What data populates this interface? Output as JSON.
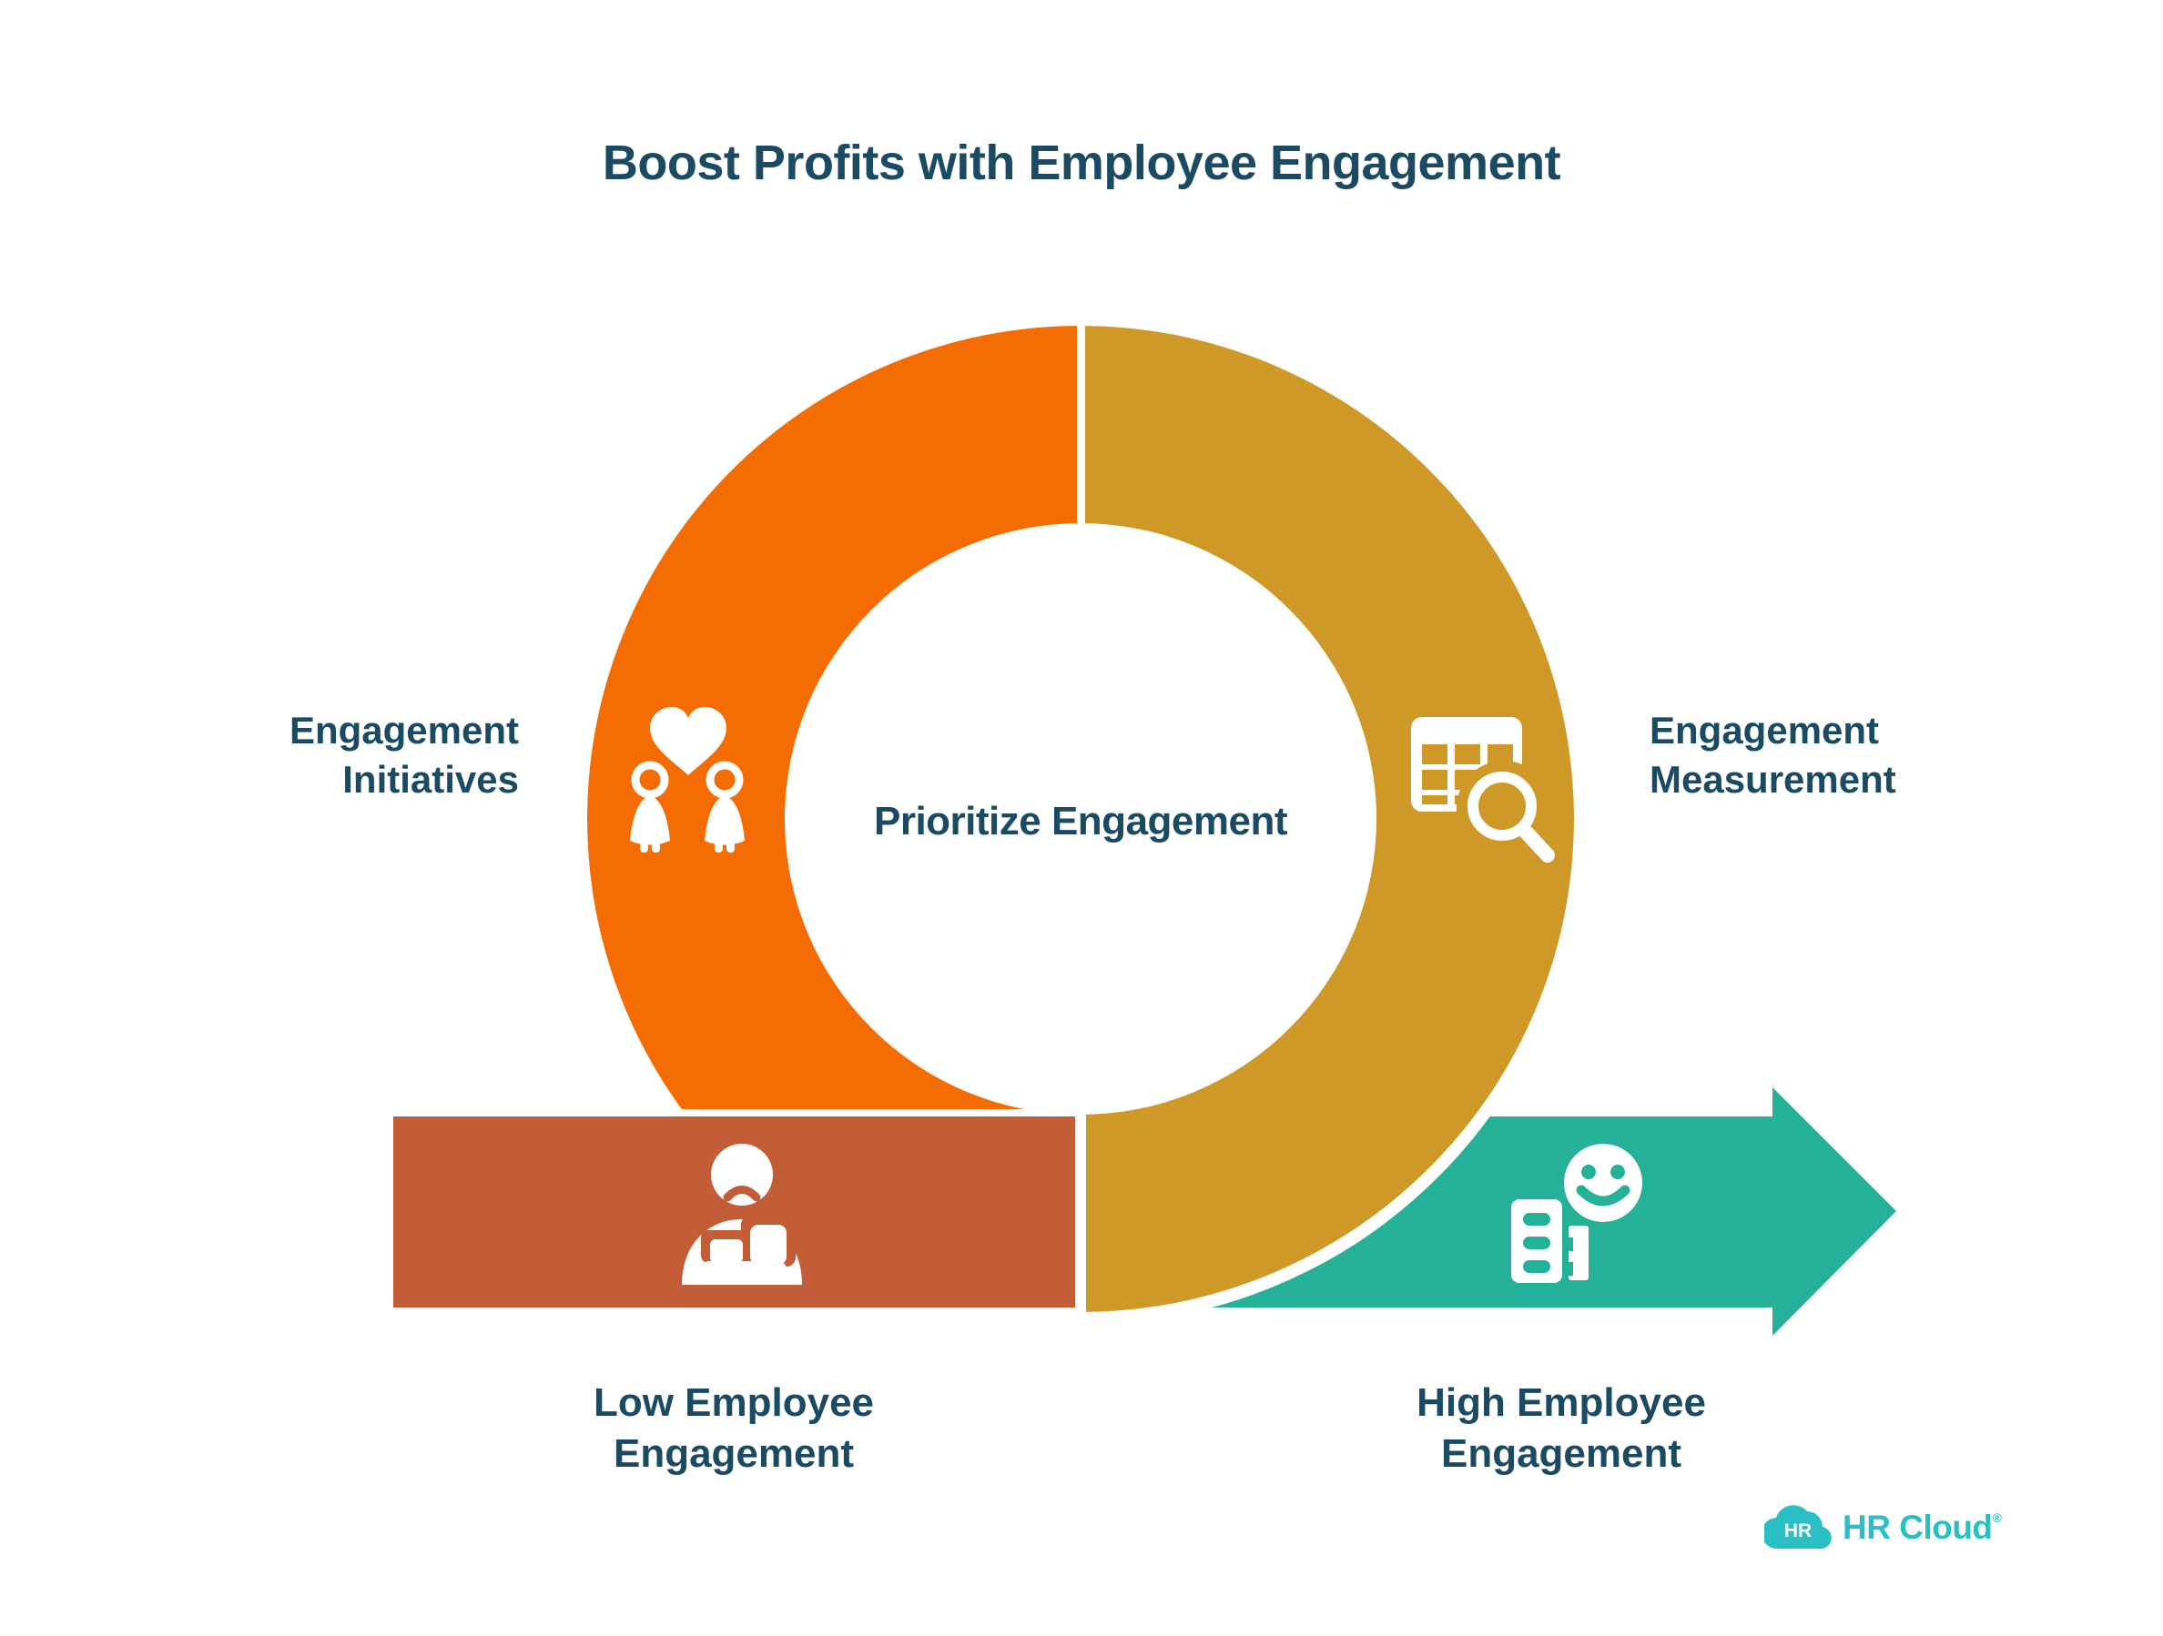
{
  "title": "Boost Profits with Employee Engagement",
  "center_label": "Prioritize Engagement",
  "sections": {
    "initiatives": {
      "label": "Engagement Initiatives",
      "icon": "couple-heart-icon"
    },
    "measurement": {
      "label": "Engagement Measurement",
      "icon": "table-search-icon"
    },
    "low_engagement": {
      "label": "Low Employee Engagement",
      "icon": "sad-person-icon"
    },
    "high_engagement": {
      "label": "High Employee Engagement",
      "icon": "building-smiley-icon"
    }
  },
  "colors": {
    "orange": "#F56C03",
    "gold": "#CF9928",
    "rust": "#C25D37",
    "teal": "#24B198",
    "navy": "#1B4A63",
    "white": "#FFFFFF",
    "logo_teal": "#2ABFC4"
  },
  "logo": {
    "badge": "HR",
    "name": "HR Cloud",
    "registered": "®"
  }
}
